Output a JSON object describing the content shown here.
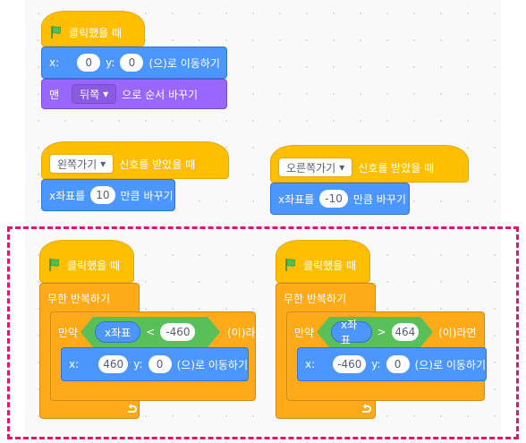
{
  "group1": {
    "hat_label": "클릭했을 때",
    "goto_x_label": "x:",
    "goto_x": "0",
    "goto_y_label": "y:",
    "goto_y": "0",
    "goto_suffix": "(으)로 이동하기",
    "layer_prefix": "맨",
    "layer_option": "뒤쪽",
    "layer_suffix": "으로 순서 바꾸기"
  },
  "group2": {
    "message": "왼쪽가기",
    "hat_suffix": "신호를 받았을 때",
    "change_label": "x좌표를",
    "change_value": "10",
    "change_suffix": "만큼 바꾸기"
  },
  "group3": {
    "message": "오른쪽가기",
    "hat_suffix": "신호를 받았을 때",
    "change_label": "x좌표를",
    "change_value": "-10",
    "change_suffix": "만큼 바꾸기"
  },
  "group4": {
    "hat_label": "클릭했을 때",
    "forever_label": "무한 반복하기",
    "if_label": "만약",
    "reporter": "x좌표",
    "operator": "<",
    "compare_value": "-460",
    "then_label": "(이)라면",
    "goto_x_label": "x:",
    "goto_x": "460",
    "goto_y_label": "y:",
    "goto_y": "0",
    "goto_suffix": "(으)로 이동하기"
  },
  "group5": {
    "hat_label": "클릭했을 때",
    "forever_label": "무한 반복하기",
    "if_label": "만약",
    "reporter": "x좌표",
    "operator": ">",
    "compare_value": "464",
    "then_label": "(이)라면",
    "goto_x_label": "x:",
    "goto_x": "-460",
    "goto_y_label": "y:",
    "goto_y": "0",
    "goto_suffix": "(으)로 이동하기"
  },
  "colors": {
    "events": "#ffbf00",
    "motion": "#4c97ff",
    "looks": "#9966ff",
    "control": "#ffab19",
    "operators": "#59c059",
    "selection": "#e6136e"
  }
}
